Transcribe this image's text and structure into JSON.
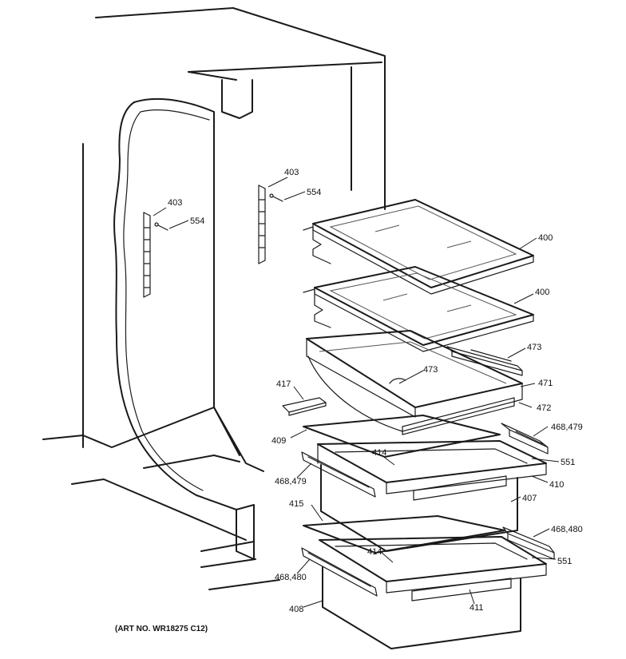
{
  "diagram": {
    "art_no": "(ART NO. WR18275 C12)",
    "labels": {
      "p403_left": "403",
      "p554_left": "554",
      "p403_right": "403",
      "p554_right": "554",
      "p400_top": "400",
      "p400_second": "400",
      "p473_right": "473",
      "p473_mid": "473",
      "p471": "471",
      "p417": "417",
      "p472": "472",
      "p468_479_right": "468,479",
      "p409": "409",
      "p414_upper": "414",
      "p551_upper": "551",
      "p468_479_left": "468,479",
      "p410": "410",
      "p407": "407",
      "p415": "415",
      "p468_480_right": "468,480",
      "p414_lower": "414",
      "p551_lower": "551",
      "p468_480_left": "468,480",
      "p408": "408",
      "p411": "411"
    }
  }
}
